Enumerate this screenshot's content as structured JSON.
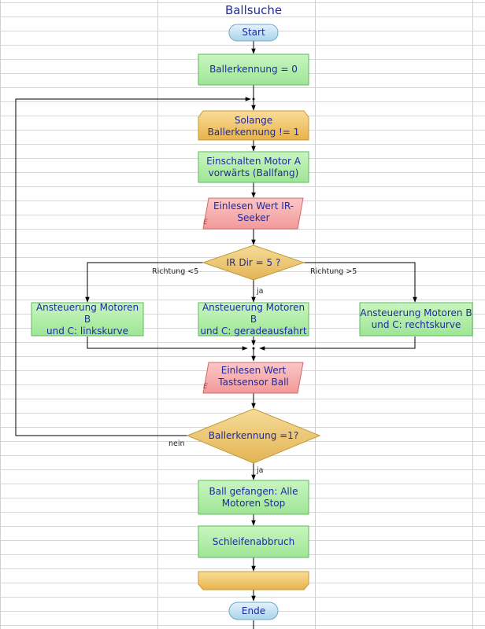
{
  "title": "Ballsuche",
  "nodes": {
    "start": "Start",
    "init": "Ballerkennung = 0",
    "loop_head": "Solange\nBallerkennung != 1",
    "motor_a": "Einschalten Motor A\nvorwärts (Ballfang)",
    "read_ir": "Einlesen Wert IR-\nSeeker",
    "decision_ir": "IR Dir = 5 ?",
    "left_turn": "Ansteuerung Motoren B\nund C: linkskurve",
    "straight": "Ansteuerung Motoren B\nund C: geradeausfahrt",
    "right_turn": "Ansteuerung Motoren B\nund C: rechtskurve",
    "read_touch": "Einlesen Wert\nTastsensor Ball",
    "decision_ball": "Ballerkennung =1?",
    "caught": "Ball gefangen: Alle\nMotoren Stop",
    "loop_break": "Schleifenabbruch",
    "end": "Ende"
  },
  "edge_labels": {
    "left_branch": "Richtung <5",
    "right_branch": "Richtung >5",
    "yes_ir": "ja",
    "no_ball": "nein",
    "yes_ball": "ja"
  },
  "io_marker": "E",
  "colors": {
    "process_fill": "#b2eeaa",
    "process_border": "#5fb85a",
    "loop_fill": "#f0c060",
    "loop_border": "#c89a30",
    "io_fill": "#f6a4a4",
    "io_border": "#d06a6a",
    "decision_fill": "#ecc770",
    "decision_border": "#c09a38",
    "terminal_fill": "#b8dcee",
    "terminal_border": "#6fa8c6",
    "text": "#1f2aa0",
    "line": "#000000"
  }
}
